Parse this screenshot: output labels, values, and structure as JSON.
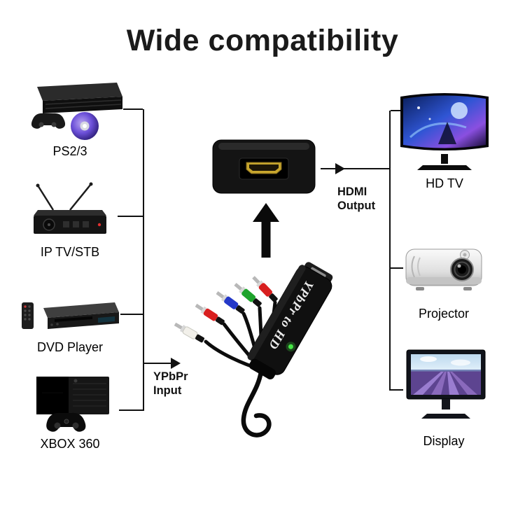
{
  "title": "Wide compatibility",
  "sources": [
    {
      "label": "PS2/3",
      "icon": "ps2-console-icon"
    },
    {
      "label": "IP TV/STB",
      "icon": "set-top-box-icon"
    },
    {
      "label": "DVD Player",
      "icon": "dvd-player-icon"
    },
    {
      "label": "XBOX 360",
      "icon": "xbox-console-icon"
    }
  ],
  "outputs": [
    {
      "label": "HD TV",
      "icon": "hd-tv-icon"
    },
    {
      "label": "Projector",
      "icon": "projector-icon"
    },
    {
      "label": "Display",
      "icon": "display-monitor-icon"
    }
  ],
  "converter": {
    "device_text": "YPbPr to HD"
  },
  "labels": {
    "input_line1": "YPbPr",
    "input_line2": "Input",
    "output_line1": "HDMI",
    "output_line2": "Output"
  },
  "colors": {
    "line": "#111111",
    "text": "#000000",
    "rca_white": "#f2f0ea",
    "rca_red": "#d81f1f",
    "rca_blue": "#2438c8",
    "rca_green": "#1da32b",
    "led_green": "#45e645",
    "hdmi_gold": "#c8a62e",
    "disc_purple": "#6b4fd8"
  }
}
